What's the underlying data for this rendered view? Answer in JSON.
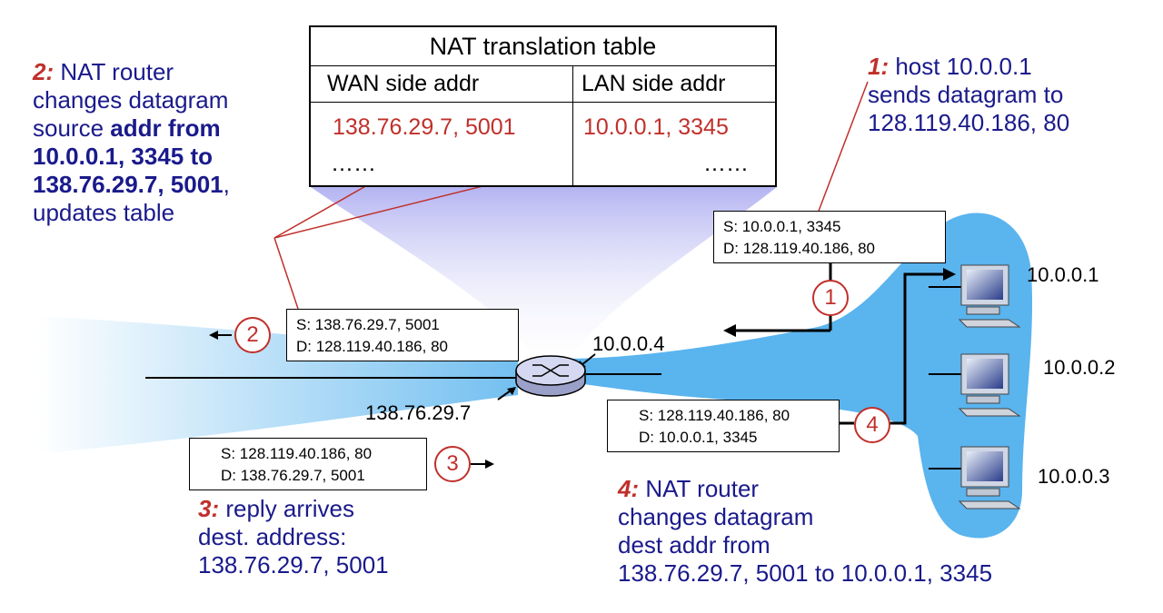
{
  "nat_table": {
    "title": "NAT translation table",
    "header_wan": "WAN side addr",
    "header_lan": "LAN side addr",
    "row_wan": "138.76.29.7, 5001",
    "row_lan": "10.0.0.1, 3345",
    "dots_wan": "……",
    "dots_lan": "……"
  },
  "step1": {
    "num": "1:",
    "text_line1": " host 10.0.0.1",
    "text_line2": "sends datagram to",
    "text_line3": "128.119.40.186, 80",
    "circle": "1",
    "datagram_s": "S: 10.0.0.1, 3345",
    "datagram_d": "D: 128.119.40.186, 80"
  },
  "step2": {
    "num": "2:",
    "l1": " NAT router",
    "l2": "changes datagram",
    "l3a": "source ",
    "l3b": "addr from",
    "l4": "10.0.0.1, 3345 to",
    "l5a": "138.76.29.7, 5001",
    "l5b": ",",
    "l6": "updates table",
    "circle": "2",
    "datagram_s": "S: 138.76.29.7, 5001",
    "datagram_d": "D: 128.119.40.186, 80"
  },
  "step3": {
    "num": "3:",
    "l1": " reply arrives",
    "l2": "dest. address:",
    "l3": "138.76.29.7, 5001",
    "circle": "3",
    "datagram_s": "S: 128.119.40.186, 80",
    "datagram_d": "D: 138.76.29.7, 5001"
  },
  "step4": {
    "num": "4:",
    "l1": " NAT router",
    "l2": "changes datagram",
    "l3": "dest addr from",
    "l4": "138.76.29.7, 5001 to 10.0.0.1, 3345",
    "circle": "4",
    "datagram_s": "S: 128.119.40.186, 80",
    "datagram_d": "D: 10.0.0.1, 3345"
  },
  "router": {
    "lan_ip": "10.0.0.4",
    "wan_ip": "138.76.29.7"
  },
  "hosts": [
    {
      "ip": "10.0.0.1"
    },
    {
      "ip": "10.0.0.2"
    },
    {
      "ip": "10.0.0.3"
    }
  ],
  "colors": {
    "note_text": "#1a1a8c",
    "step_red": "#c0302b",
    "lan_fill": "#5ab4ee",
    "cone_fill": "#c8c8f5"
  }
}
